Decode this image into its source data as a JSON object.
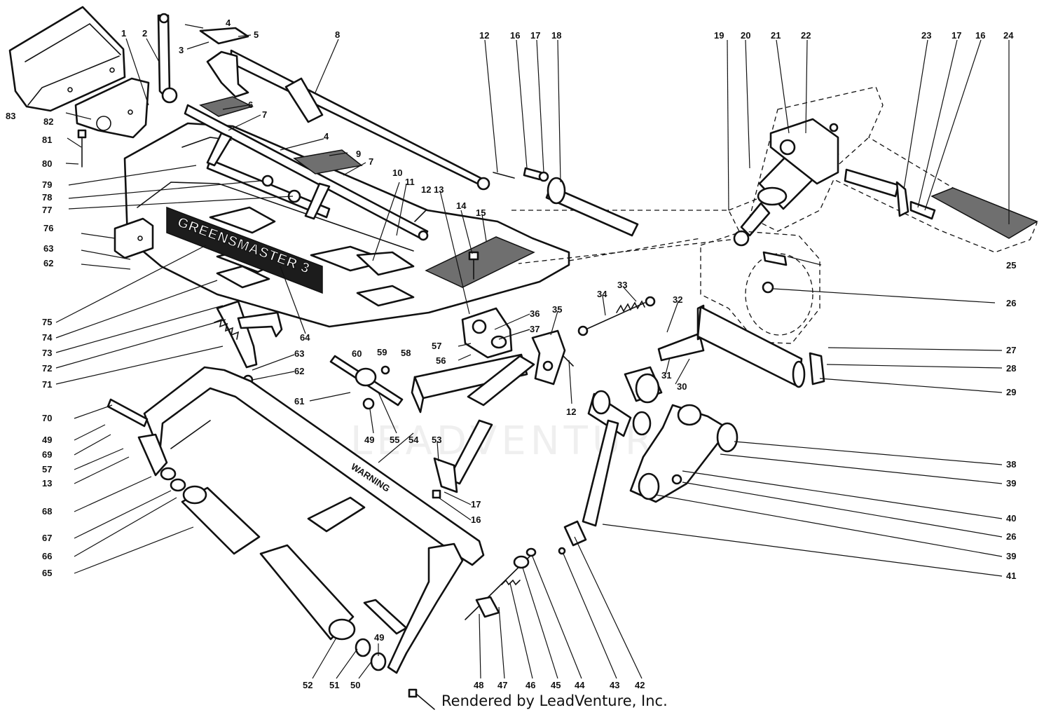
{
  "diagram": {
    "callouts": [
      "1",
      "2",
      "3",
      "4",
      "5",
      "8",
      "12",
      "16",
      "17",
      "18",
      "19",
      "20",
      "21",
      "22",
      "23",
      "17",
      "16",
      "24",
      "83",
      "82",
      "81",
      "80",
      "6",
      "7",
      "4",
      "9",
      "7",
      "79",
      "78",
      "77",
      "10",
      "11",
      "12",
      "13",
      "14",
      "15",
      "76",
      "63",
      "62",
      "75",
      "74",
      "73",
      "72",
      "71",
      "64",
      "36",
      "37",
      "35",
      "34",
      "33",
      "32",
      "57",
      "56",
      "60",
      "59",
      "58",
      "63",
      "62",
      "61",
      "31",
      "30",
      "12",
      "27",
      "28",
      "29",
      "25",
      "26",
      "70",
      "49",
      "69",
      "57",
      "13",
      "68",
      "67",
      "66",
      "65",
      "49",
      "55",
      "54",
      "53",
      "17",
      "16",
      "38",
      "39",
      "40",
      "26",
      "39",
      "41",
      "52",
      "51",
      "50",
      "49",
      "48",
      "47",
      "46",
      "45",
      "44",
      "43",
      "42"
    ],
    "brand_label": "GREENSMASTER 3",
    "warning_label": "WARNING",
    "watermark": "LEADVENTURE"
  },
  "credit": "Rendered by LeadVenture, Inc."
}
